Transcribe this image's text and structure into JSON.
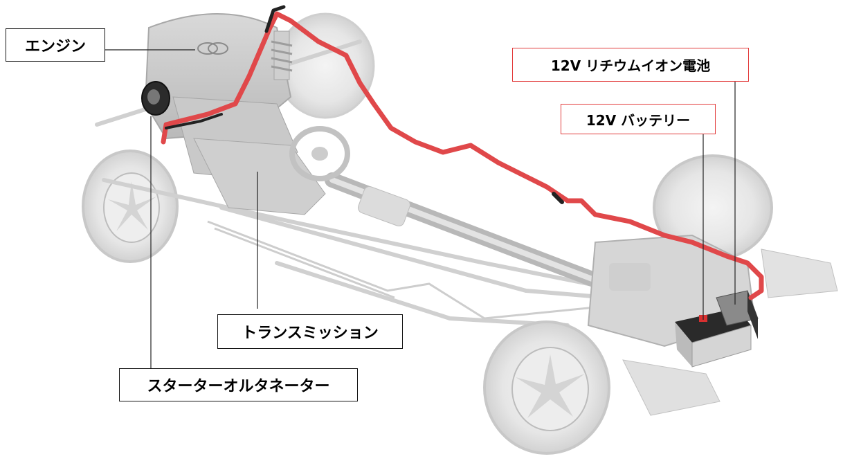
{
  "labels": {
    "engine": "エンジン",
    "lithium_battery": "12V リチウムイオン電池",
    "battery_12v": "12V バッテリー",
    "transmission": "トランスミッション",
    "starter_alternator": "スターターオルタネーター"
  },
  "colors": {
    "cable": "#e0484a",
    "label_border_black": "#111111",
    "label_border_red": "#e23a3a"
  }
}
